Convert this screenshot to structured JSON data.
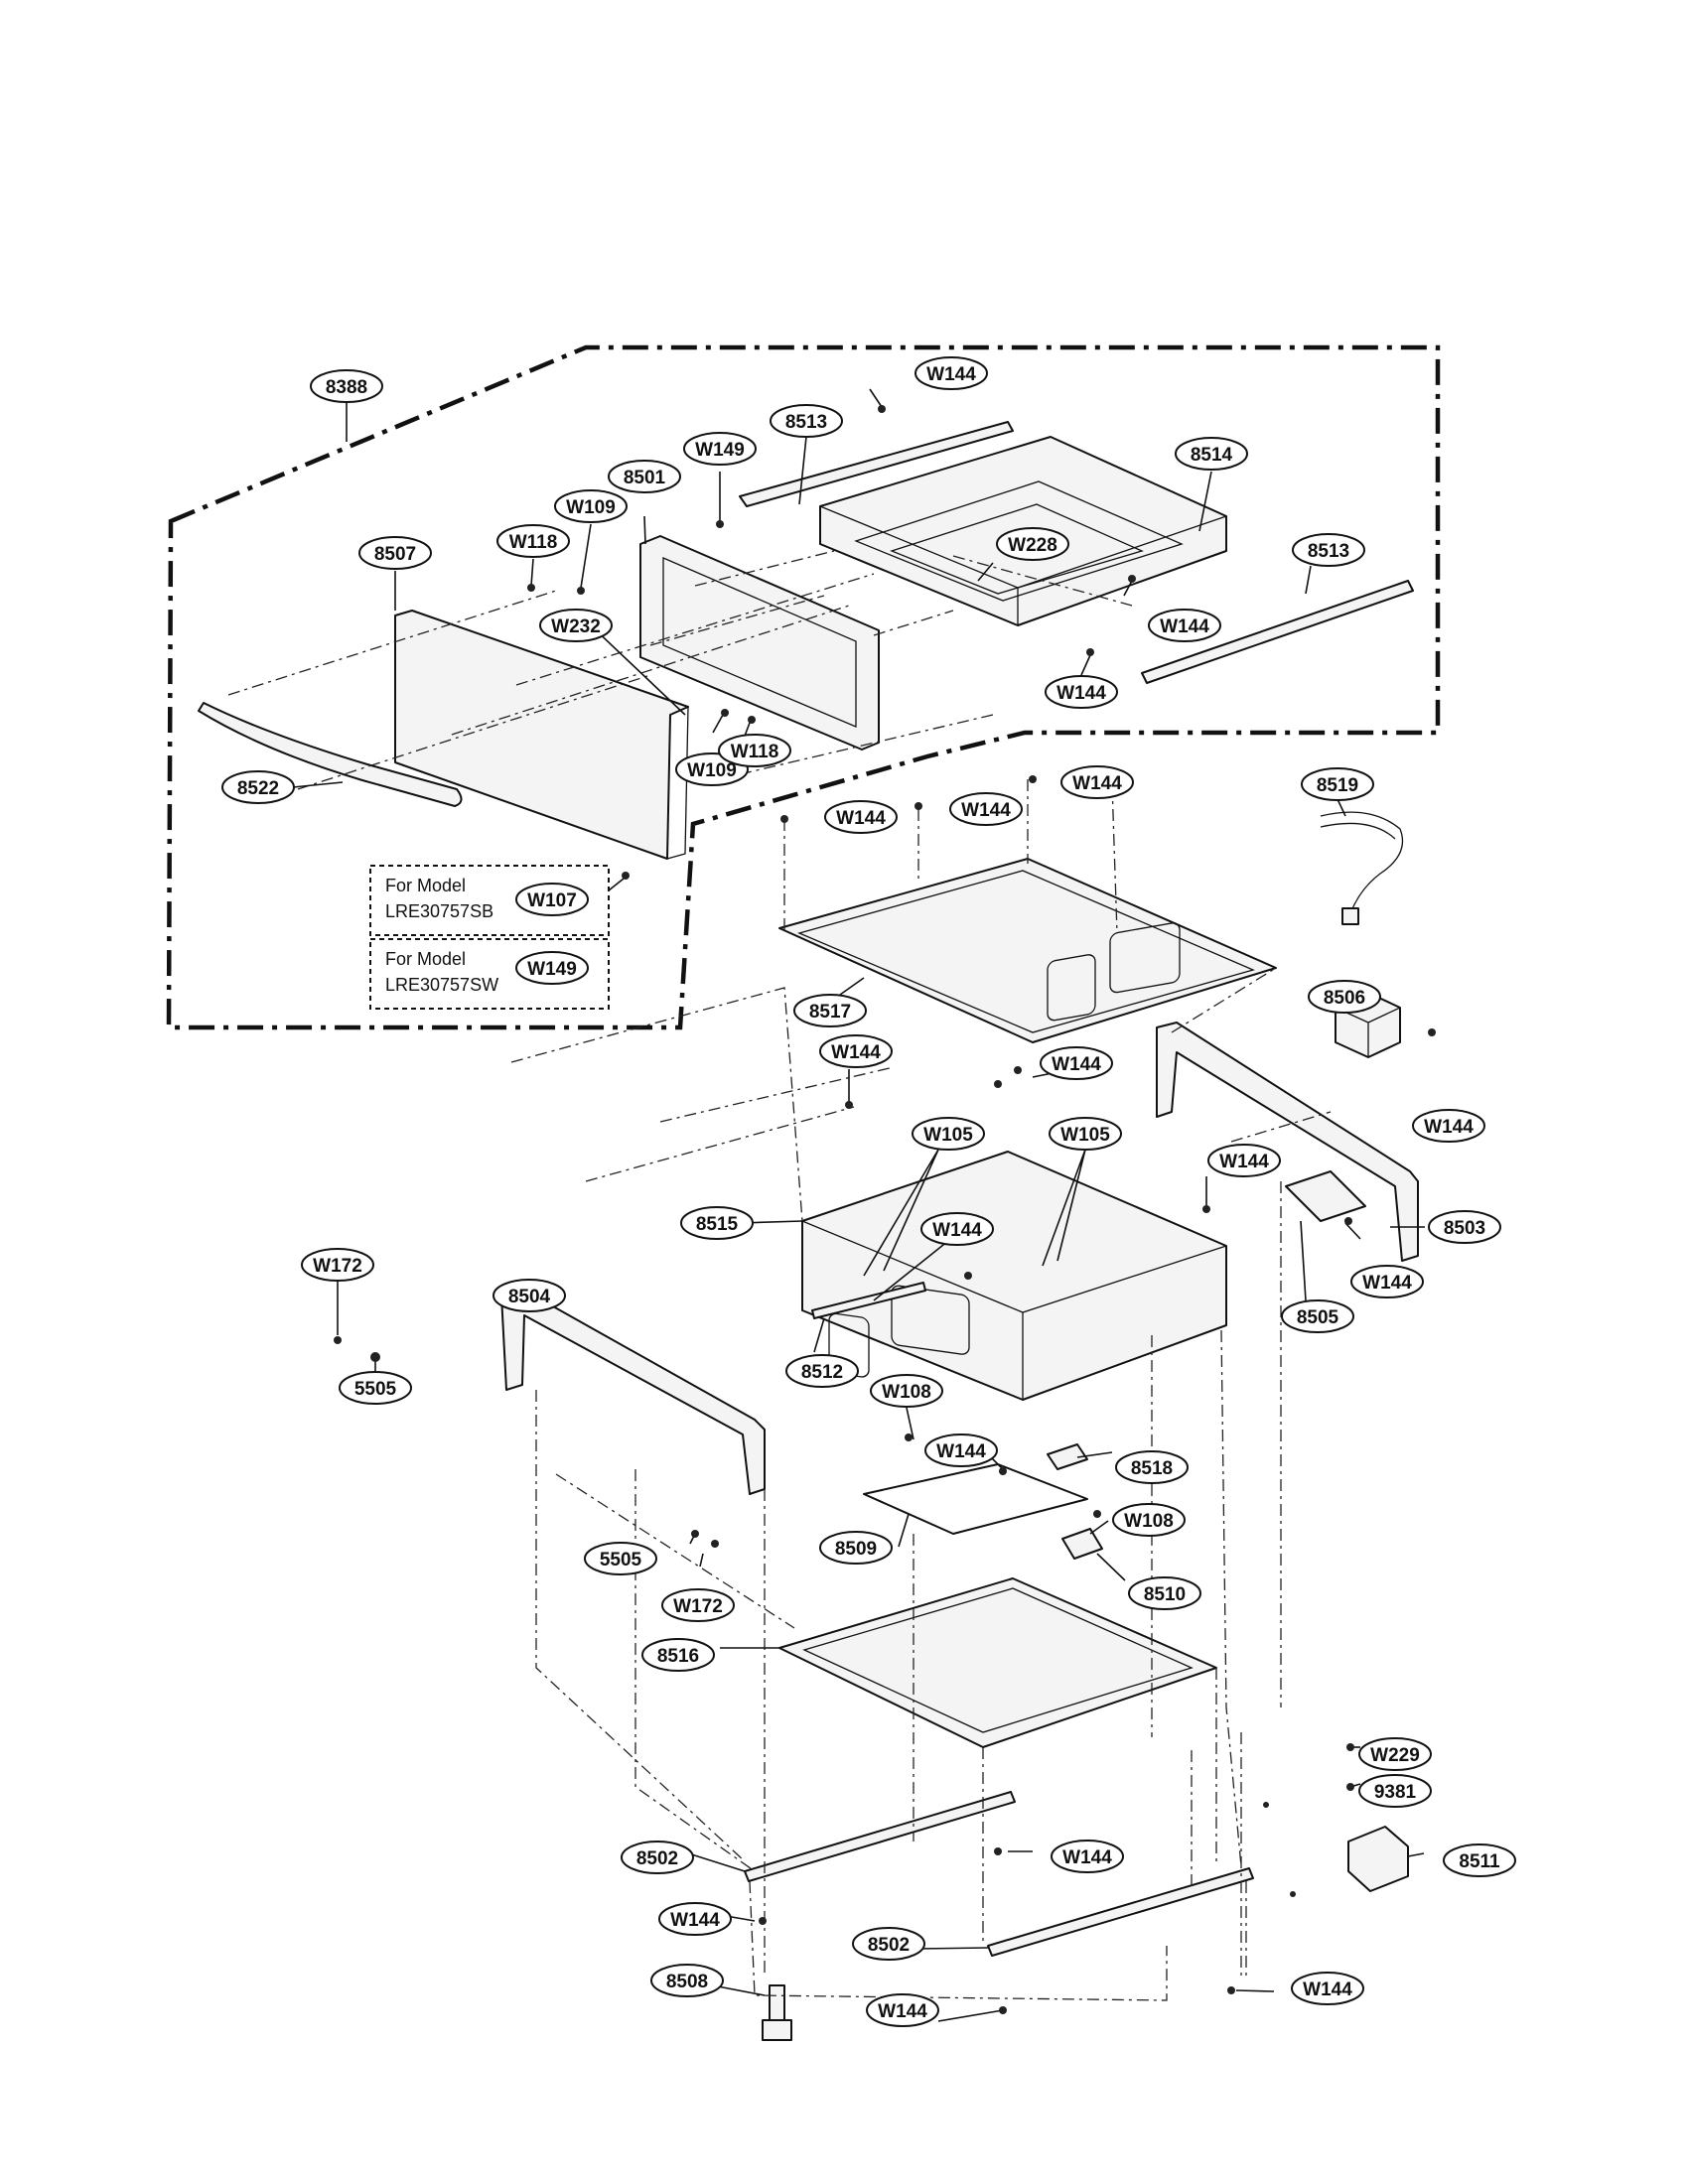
{
  "callouts": [
    {
      "id": "tag-8388",
      "label": "8388"
    },
    {
      "id": "tag-w144-top",
      "label": "W144"
    },
    {
      "id": "tag-8513-a",
      "label": "8513"
    },
    {
      "id": "tag-w149-a",
      "label": "W149"
    },
    {
      "id": "tag-8501",
      "label": "8501"
    },
    {
      "id": "tag-w109-a",
      "label": "W109"
    },
    {
      "id": "tag-w118-a",
      "label": "W118"
    },
    {
      "id": "tag-8507",
      "label": "8507"
    },
    {
      "id": "tag-w232",
      "label": "W232"
    },
    {
      "id": "tag-8514",
      "label": "8514"
    },
    {
      "id": "tag-w228",
      "label": "W228"
    },
    {
      "id": "tag-8513-b",
      "label": "8513"
    },
    {
      "id": "tag-w144-b",
      "label": "W144"
    },
    {
      "id": "tag-w144-c",
      "label": "W144"
    },
    {
      "id": "tag-w109-b",
      "label": "W109"
    },
    {
      "id": "tag-w118-b",
      "label": "W118"
    },
    {
      "id": "tag-8522",
      "label": "8522"
    },
    {
      "id": "tag-w144-d",
      "label": "W144"
    },
    {
      "id": "tag-w144-e",
      "label": "W144"
    },
    {
      "id": "tag-w144-f",
      "label": "W144"
    },
    {
      "id": "tag-8519",
      "label": "8519"
    },
    {
      "id": "tag-w107",
      "label": "W107"
    },
    {
      "id": "tag-w149-b",
      "label": "W149"
    },
    {
      "id": "tag-8517",
      "label": "8517"
    },
    {
      "id": "tag-8506",
      "label": "8506"
    },
    {
      "id": "tag-w144-g",
      "label": "W144"
    },
    {
      "id": "tag-w144-h",
      "label": "W144"
    },
    {
      "id": "tag-w105-a",
      "label": "W105"
    },
    {
      "id": "tag-w105-b",
      "label": "W105"
    },
    {
      "id": "tag-w144-i",
      "label": "W144"
    },
    {
      "id": "tag-w144-j",
      "label": "W144"
    },
    {
      "id": "tag-8515",
      "label": "8515"
    },
    {
      "id": "tag-w144-k",
      "label": "W144"
    },
    {
      "id": "tag-8503",
      "label": "8503"
    },
    {
      "id": "tag-w144-l",
      "label": "W144"
    },
    {
      "id": "tag-8505",
      "label": "8505"
    },
    {
      "id": "tag-w172-a",
      "label": "W172"
    },
    {
      "id": "tag-8504",
      "label": "8504"
    },
    {
      "id": "tag-8512",
      "label": "8512"
    },
    {
      "id": "tag-5505-a",
      "label": "5505"
    },
    {
      "id": "tag-w108-a",
      "label": "W108"
    },
    {
      "id": "tag-w144-m",
      "label": "W144"
    },
    {
      "id": "tag-8518",
      "label": "8518"
    },
    {
      "id": "tag-w108-b",
      "label": "W108"
    },
    {
      "id": "tag-5505-b",
      "label": "5505"
    },
    {
      "id": "tag-8509",
      "label": "8509"
    },
    {
      "id": "tag-8510",
      "label": "8510"
    },
    {
      "id": "tag-w172-b",
      "label": "W172"
    },
    {
      "id": "tag-8516",
      "label": "8516"
    },
    {
      "id": "tag-w229",
      "label": "W229"
    },
    {
      "id": "tag-9381",
      "label": "9381"
    },
    {
      "id": "tag-8502-a",
      "label": "8502"
    },
    {
      "id": "tag-w144-n",
      "label": "W144"
    },
    {
      "id": "tag-8511",
      "label": "8511"
    },
    {
      "id": "tag-w144-o",
      "label": "W144"
    },
    {
      "id": "tag-8502-b",
      "label": "8502"
    },
    {
      "id": "tag-8508",
      "label": "8508"
    },
    {
      "id": "tag-w144-p",
      "label": "W144"
    },
    {
      "id": "tag-w144-q",
      "label": "W144"
    }
  ],
  "model_notes": [
    {
      "line1": "For Model",
      "line2": "LRE30757SB"
    },
    {
      "line1": "For Model",
      "line2": "LRE30757SW"
    }
  ]
}
